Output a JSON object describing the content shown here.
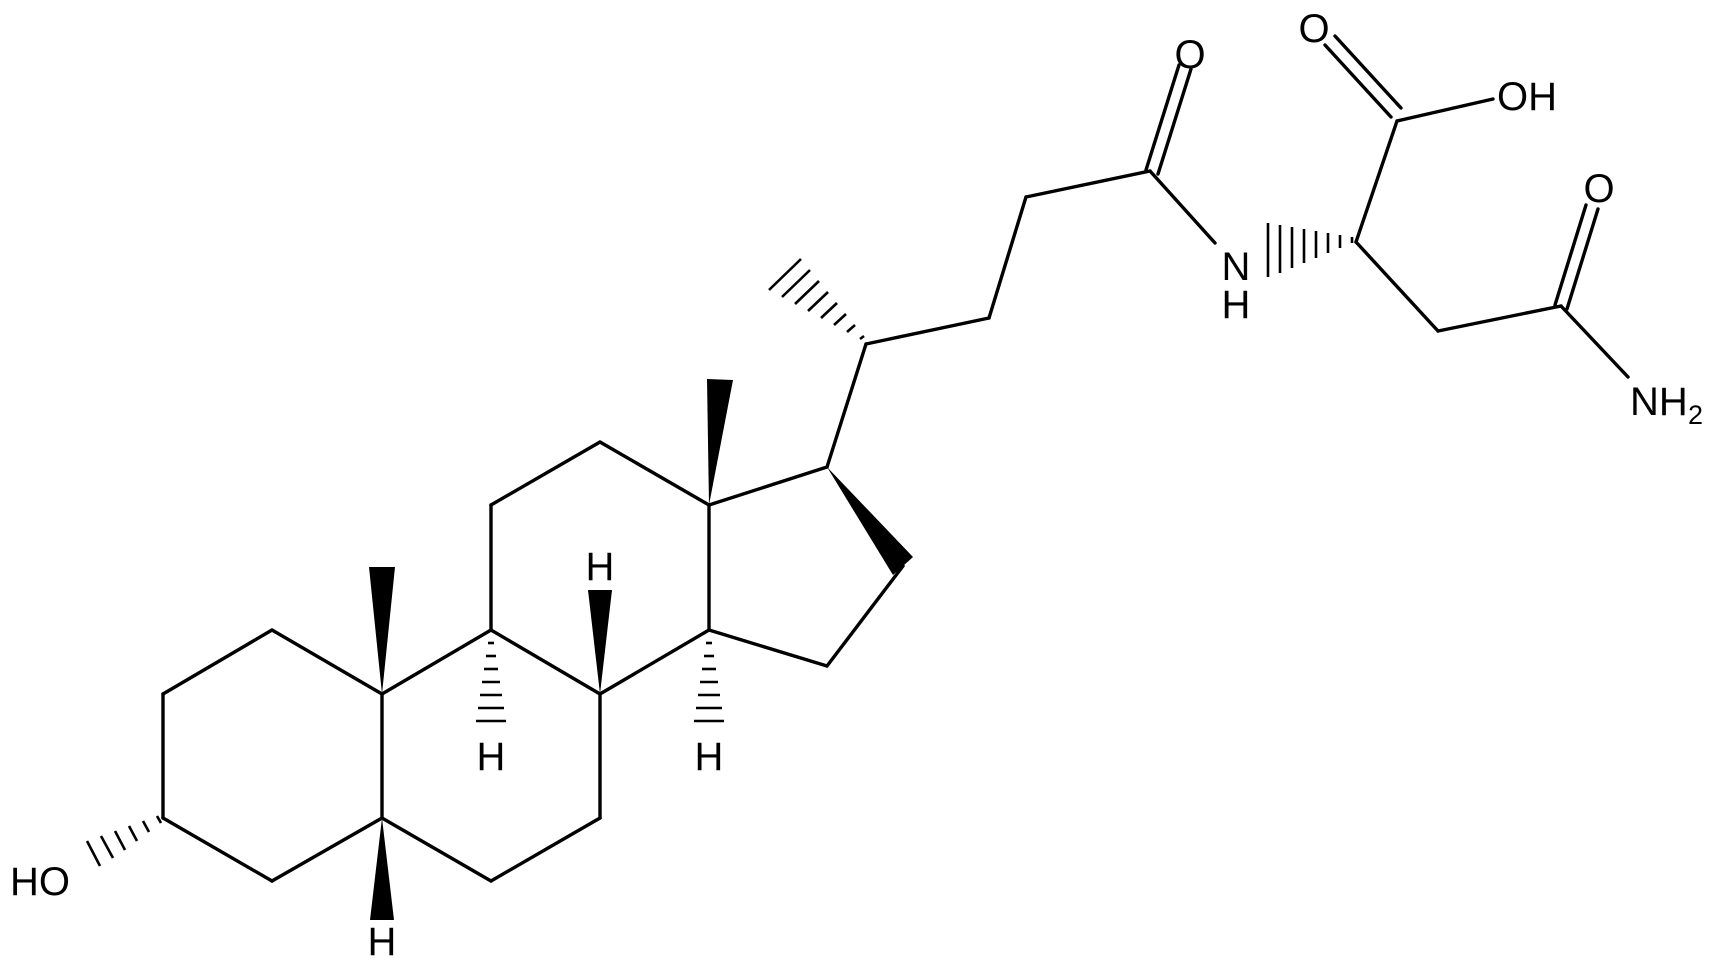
{
  "labels": {
    "oh_ring": "HO",
    "h5": "H",
    "h9": "H",
    "h8": "H",
    "h14": "H",
    "amide_o": "O",
    "nh_n": "N",
    "nh_h": "H",
    "acid_o": "O",
    "acid_oh": "OH",
    "side_o": "O",
    "nh2": "NH",
    "nh2_sub": "2"
  },
  "colors": {
    "ink": "#000000",
    "background": "#ffffff"
  }
}
